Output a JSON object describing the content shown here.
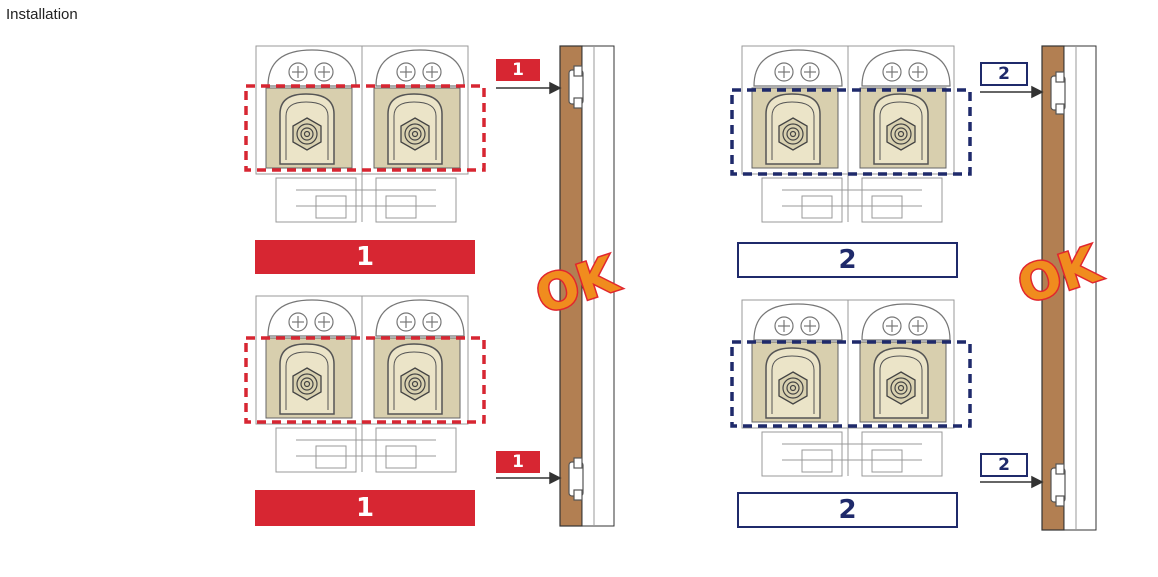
{
  "title": "Installation",
  "left_group": {
    "color": "#d72632",
    "top_bar_label": "1",
    "bottom_bar_label": "1",
    "top_tag_label": "1",
    "bottom_tag_label": "1",
    "ok_label": "OK"
  },
  "right_group": {
    "color": "#1f2a6b",
    "top_bar_label": "2",
    "bottom_bar_label": "2",
    "top_tag_label": "2",
    "bottom_tag_label": "2",
    "ok_label": "OK"
  },
  "colors": {
    "door_wood": "#b27f52",
    "hinge_beige": "#d8cfae",
    "ok_fill": "#f08c1e",
    "ok_stroke": "#e1262e"
  }
}
